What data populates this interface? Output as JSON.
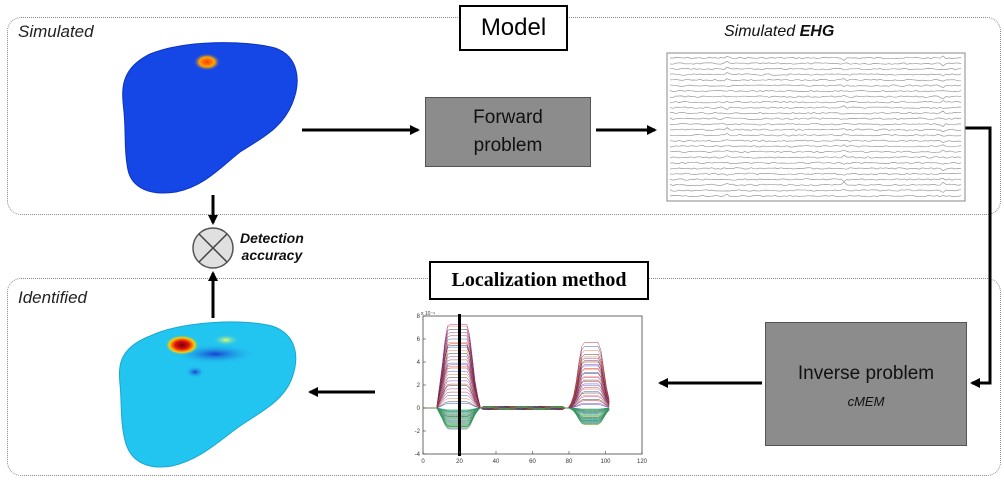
{
  "model_title": "Model",
  "panels": {
    "simulated_label": "Simulated",
    "identified_label": "Identified"
  },
  "forward_problem": {
    "line1": "Forward",
    "line2": "problem"
  },
  "inverse_problem": {
    "label": "Inverse problem",
    "method": "cMEM"
  },
  "simulated_ehg": {
    "prefix": "Simulated ",
    "suffix": "EHG"
  },
  "detection_accuracy": {
    "line1": "Detection",
    "line2": "accuracy"
  },
  "localization_title": "Localization method",
  "chart_data": {
    "type": "line",
    "x_ticks": [
      "0",
      "20",
      "40",
      "60",
      "80",
      "100",
      "120"
    ],
    "y_ticks": [
      "8",
      "6",
      "4",
      "2",
      "0",
      "-2",
      "-4"
    ],
    "y_exponent": "x 10⁻⁹",
    "xlim": [
      0,
      120
    ],
    "ylim": [
      -4,
      8
    ],
    "marker_x": 20
  },
  "colors": {
    "gray_box": "#8c8c8c",
    "mesh_simulated": "#1447e6",
    "mesh_identified": "#22c4f0",
    "arrow": "#000000"
  }
}
